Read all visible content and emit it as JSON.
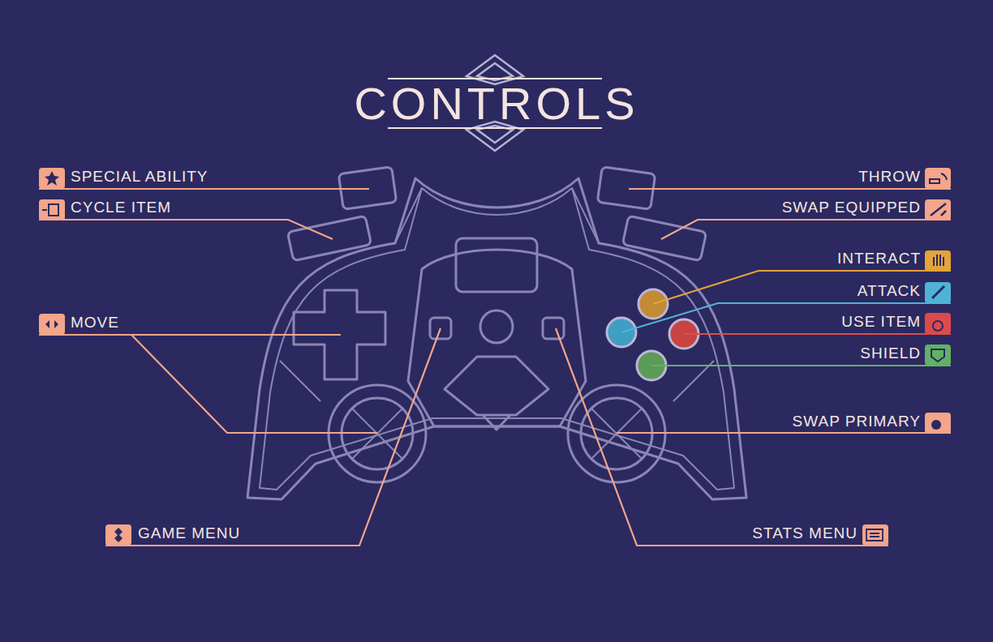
{
  "diagram": {
    "title": "CONTROLS",
    "labels": [
      "SPECIAL ABILITY",
      "THROW",
      "CYCLE ITEM",
      "SWAP EQUIPPED",
      "INTERACT",
      "ATTACK",
      "MOVE",
      "USE ITEM",
      "SHIELD",
      "SWAP PRIMARY",
      "GAME MENU",
      "STATS MENU"
    ]
  }
}
